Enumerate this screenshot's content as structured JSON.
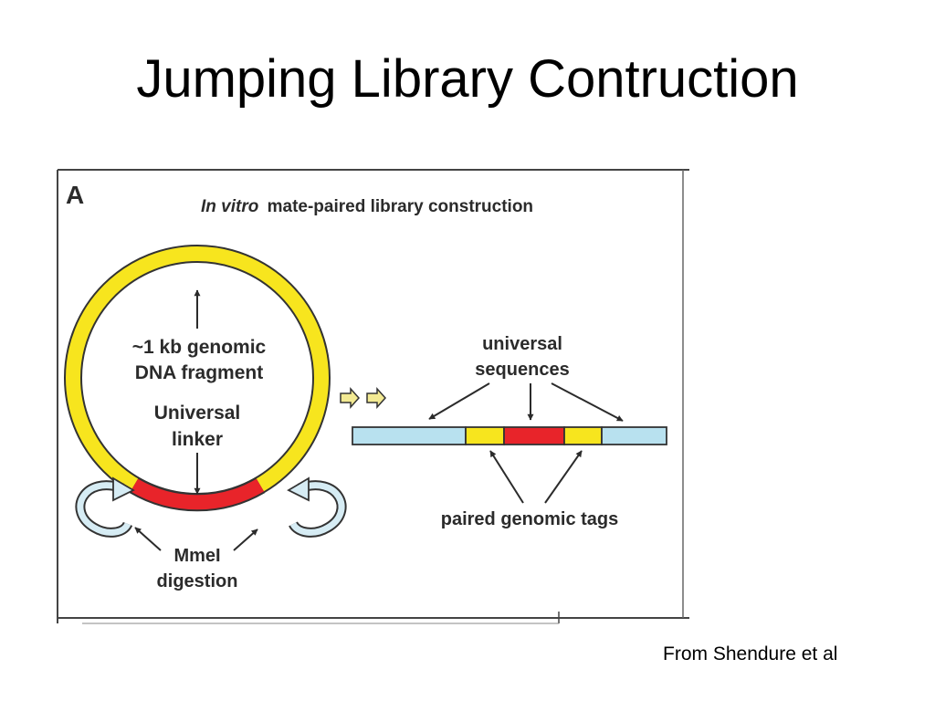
{
  "slide": {
    "title": "Jumping Library Contruction",
    "citation": "From Shendure et al"
  },
  "figure": {
    "panel_letter": "A",
    "heading_italic": "In vitro",
    "heading_rest": "mate-paired library construction",
    "fragment_label_line1": "~1 kb genomic",
    "fragment_label_line2": "DNA fragment",
    "linker_label_line1": "Universal",
    "linker_label_line2": "linker",
    "digestion_label_line1": "MmeI",
    "digestion_label_line2": "digestion",
    "universal_label_line1": "universal",
    "universal_label_line2": "sequences",
    "tags_label": "paired genomic tags",
    "colors": {
      "fragment_yellow": "#f7e51e",
      "linker_red": "#e8242a",
      "outer_blue": "#b8e1ef",
      "enzyme_arrow": "#9bbfcf",
      "step_arrow": "#f3ea93",
      "outline": "#333333"
    }
  }
}
